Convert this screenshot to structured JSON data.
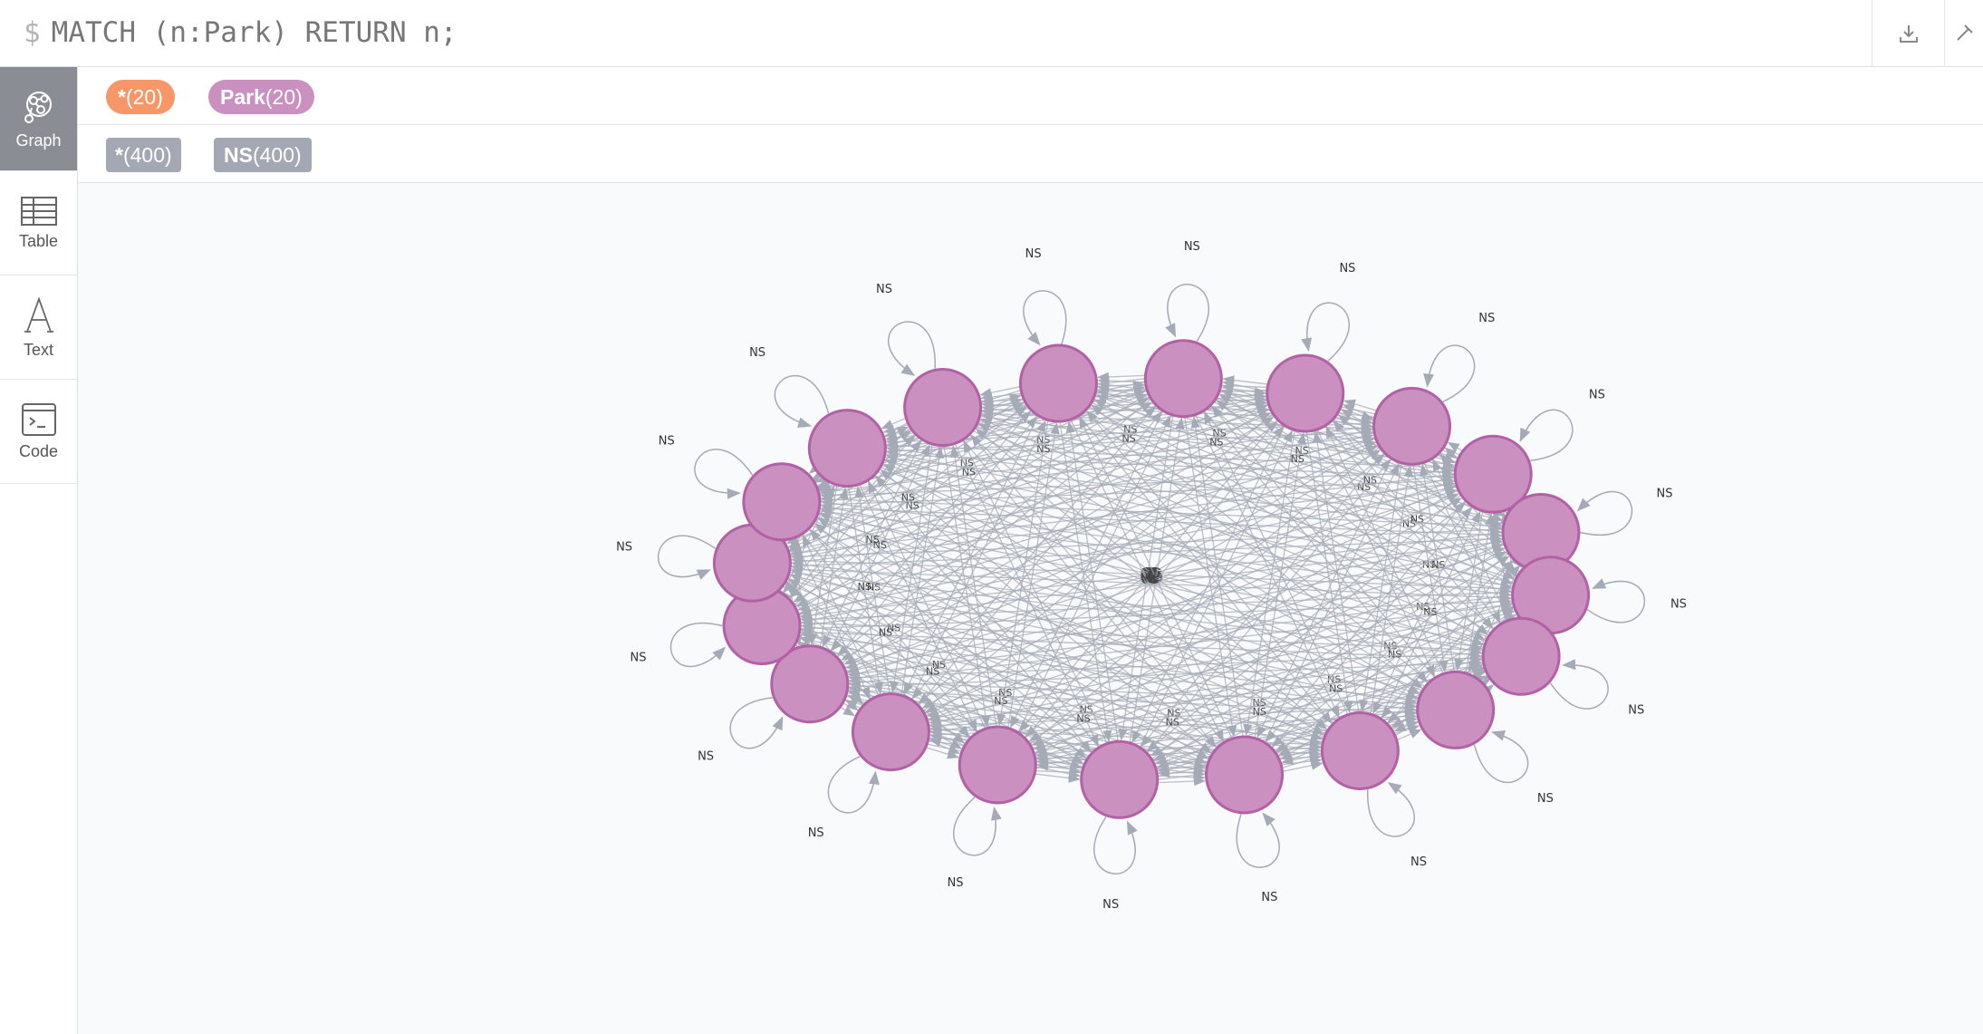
{
  "editor": {
    "prompt": "$",
    "query": "MATCH (n:Park) RETURN n;"
  },
  "toolbar": {
    "icons": [
      "download-icon",
      "pin-icon"
    ]
  },
  "sidebar": {
    "items": [
      {
        "label": "Graph",
        "icon": "graph-icon",
        "active": true
      },
      {
        "label": "Table",
        "icon": "table-icon",
        "active": false
      },
      {
        "label": "Text",
        "icon": "text-icon",
        "active": false
      },
      {
        "label": "Code",
        "icon": "code-icon",
        "active": false
      }
    ]
  },
  "legend": {
    "nodes": [
      {
        "name": "*",
        "count": "(20)",
        "color": "#f79767"
      },
      {
        "name": "Park",
        "count": "(20)",
        "color": "#c990c0"
      }
    ],
    "relationships": [
      {
        "name": "*",
        "count": "(400)",
        "color": "#a4a8b3"
      },
      {
        "name": "NS",
        "count": "(400)",
        "color": "#a4a8b3"
      }
    ]
  },
  "graph": {
    "node_label": "Park",
    "node_count": 20,
    "node_color": "#c990c0",
    "node_border": "#b261a5",
    "relationship_type": "NS",
    "relationship_count": 400,
    "edge_color": "#a5abb6"
  }
}
